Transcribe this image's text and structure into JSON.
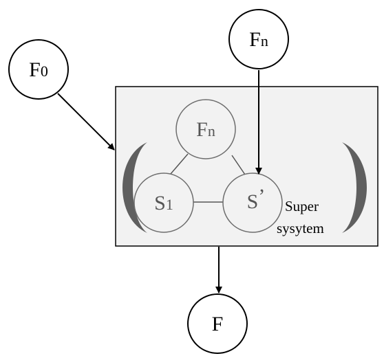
{
  "nodes": {
    "f0": {
      "main": "F",
      "sub": "0"
    },
    "fn_outer": {
      "main": "F",
      "sub": "n"
    },
    "fn_inner": {
      "main": "F",
      "sub": "n"
    },
    "s1": {
      "main": "S",
      "sub": "1"
    },
    "s_prime": {
      "main": "S",
      "mark": "’"
    },
    "f_out": {
      "main": "F"
    }
  },
  "box": {
    "label_line1": "Super",
    "label_line2": "sysytem"
  },
  "colors": {
    "stroke": "#000000",
    "inner_stroke": "#6d6d6d",
    "inner_text": "#555555",
    "box_fill": "#f2f2f2",
    "paren_fill": "#5f5f5f"
  }
}
